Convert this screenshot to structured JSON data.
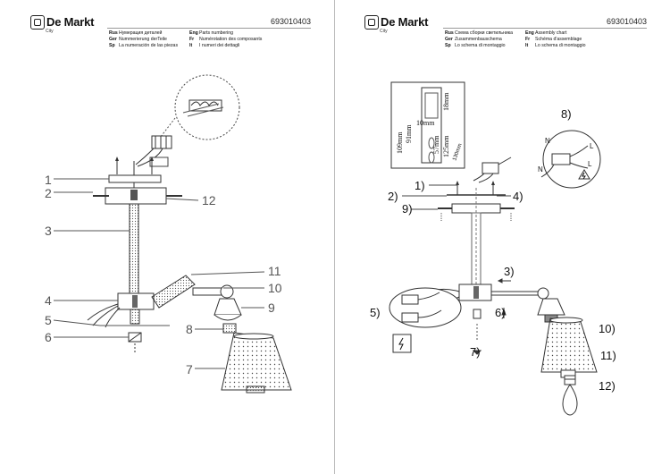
{
  "brand": {
    "name": "De Markt",
    "sub": "City"
  },
  "left_sheet": {
    "article": "693010403",
    "languages": [
      [
        {
          "code": "Rus",
          "text": "Нумерация деталей"
        },
        {
          "code": "Eng",
          "text": "Parts numbering"
        }
      ],
      [
        {
          "code": "Ger",
          "text": "Nummerierung derTeile"
        },
        {
          "code": "Fr",
          "text": "Numérotation des composants"
        }
      ],
      [
        {
          "code": "Sp",
          "text": "La numeración de las piezas"
        },
        {
          "code": "It",
          "text": "I numeri dei dettagli"
        }
      ]
    ],
    "callouts": [
      "1",
      "2",
      "3",
      "4",
      "5",
      "6",
      "7",
      "8",
      "9",
      "10",
      "11",
      "12"
    ]
  },
  "right_sheet": {
    "article": "693010403",
    "languages": [
      [
        {
          "code": "Rus",
          "text": "Схема сборки светильника"
        },
        {
          "code": "Eng",
          "text": "Assembly chart"
        }
      ],
      [
        {
          "code": "Ger",
          "text": "Zusammenbauschema"
        },
        {
          "code": "Fr",
          "text": "Schéma d'assemblage"
        }
      ],
      [
        {
          "code": "Sp",
          "text": "Lo schema di montaggio"
        },
        {
          "code": "It",
          "text": "Lo schema di montaggio"
        }
      ]
    ],
    "callouts": [
      "1)",
      "2)",
      "3)",
      "4)",
      "5)",
      "6)",
      "7)",
      "8)",
      "9)",
      "10)",
      "11)",
      "12)"
    ],
    "dimensions": [
      "109mm",
      "91mm",
      "10mm",
      "18mm",
      "57mm",
      "125mm",
      "130mm"
    ],
    "wiring_labels": [
      "N",
      "L",
      "N",
      "L"
    ]
  },
  "icons": [
    "logo-icon",
    "electrical-hazard-icon",
    "screw-icon",
    "arrow-down-icon"
  ]
}
